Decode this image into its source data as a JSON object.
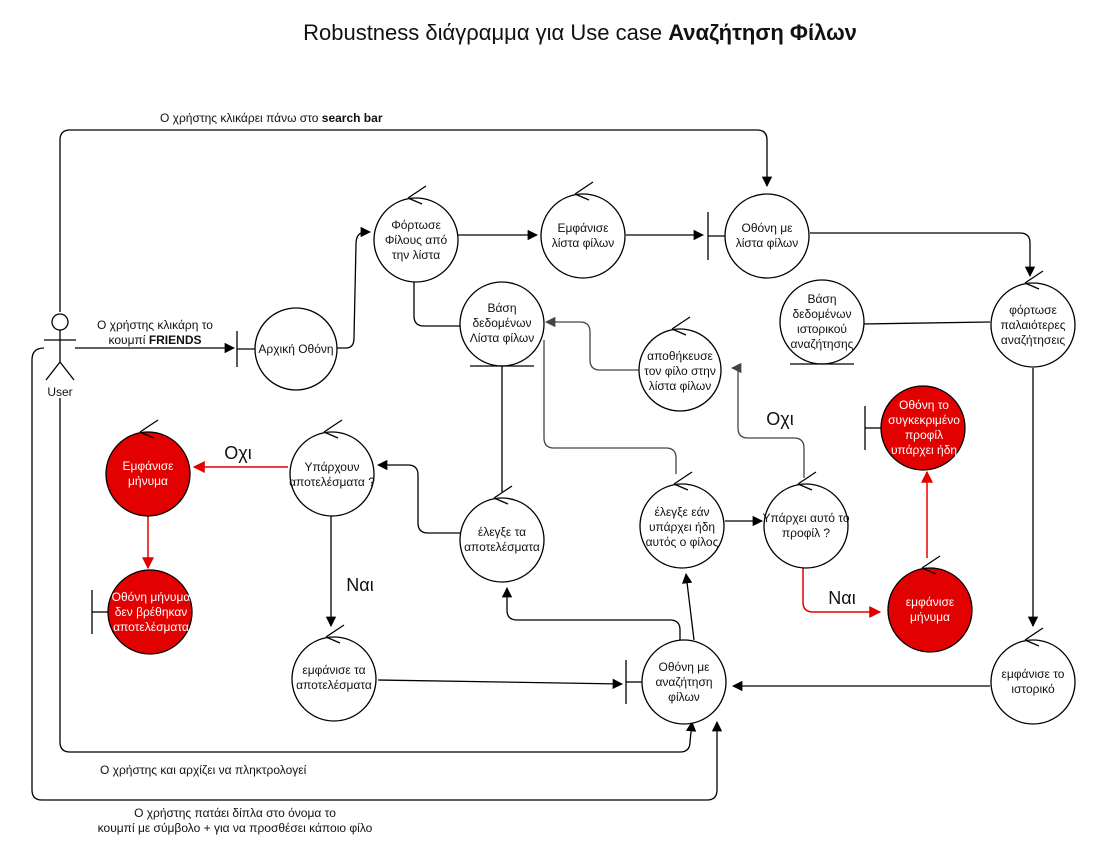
{
  "title": {
    "prefix": "Robustness διάγραμμα για Use case ",
    "bold": "Αναζήτηση Φίλων"
  },
  "actor": {
    "label": "User"
  },
  "colors": {
    "stroke": "#000000",
    "red": "#e30000",
    "red_node": "#e30000",
    "dark_line": "#444444"
  },
  "nodes": {
    "arxiki": "Αρχική Οθόνη",
    "fortose_filous": "Φόρτωσε Φίλους από την λίστα",
    "emfanise_lista": "Εμφάνισε λίστα φίλων",
    "othoni_lista": "Οθόνη με λίστα φίλων",
    "vasi_filon": "Βάση δεδομένων Λίστα φίλων",
    "vasi_istorikou": "Βάση δεδομένων ιστορικού αναζήτησης",
    "fortose_palaioteres": "φόρτωσε παλαιότερες αναζήτησεις",
    "apothikeuse": "αποθήκευσε τον φίλο στην λίστα φίλων",
    "yparxoun": "Υπάρχουν αποτελέσματα ?",
    "emfanise_minima": "Εμφάνισε μήνυμα",
    "othoni_minima": "Οθόνη μήνυμα δεν βρέθηκαν αποτελέσματα",
    "elegxe_apot": "έλεγξε τα αποτελέσματα",
    "elegxe_filo": "έλεγξε εάν υπάρχει ήδη αυτός ο φίλος",
    "yparxei_profil": "Υπάρχει αυτό το προφίλ ?",
    "othoni_profil": "Οθόνη το συγκεκριμένο προφίλ υπάρχει ήδη",
    "emfanise_minima2": "εμφάνισε μήνυμα",
    "emfanise_apot": "εμφάνισε τα αποτελέσματα",
    "othoni_anazitisi": "Οθόνη με αναζήτηση φίλων",
    "emfanise_istoriko": "εμφάνισε το ιστορικό"
  },
  "labels": {
    "search_bar_prefix": "Ο χρήστης κλικάρει πάνω στο ",
    "search_bar_bold": "search bar",
    "friends_line1": "Ο χρήστης κλικάρη το",
    "friends_line2_prefix": "κουμπί ",
    "friends_line2_bold": "FRIENDS",
    "typing": "Ο χρήστης και αρχίζει να πληκτρολογεί",
    "plus_line1": "Ο χρήστης πατάει δίπλα στο όνομα το",
    "plus_line2": "κουμπί με σύμβολο + για να προσθέσει κάποιο φίλο",
    "ochi_left": "Οχι",
    "nai_left": "Ναι",
    "ochi_right": "Οχι",
    "nai_right": "Ναι"
  }
}
